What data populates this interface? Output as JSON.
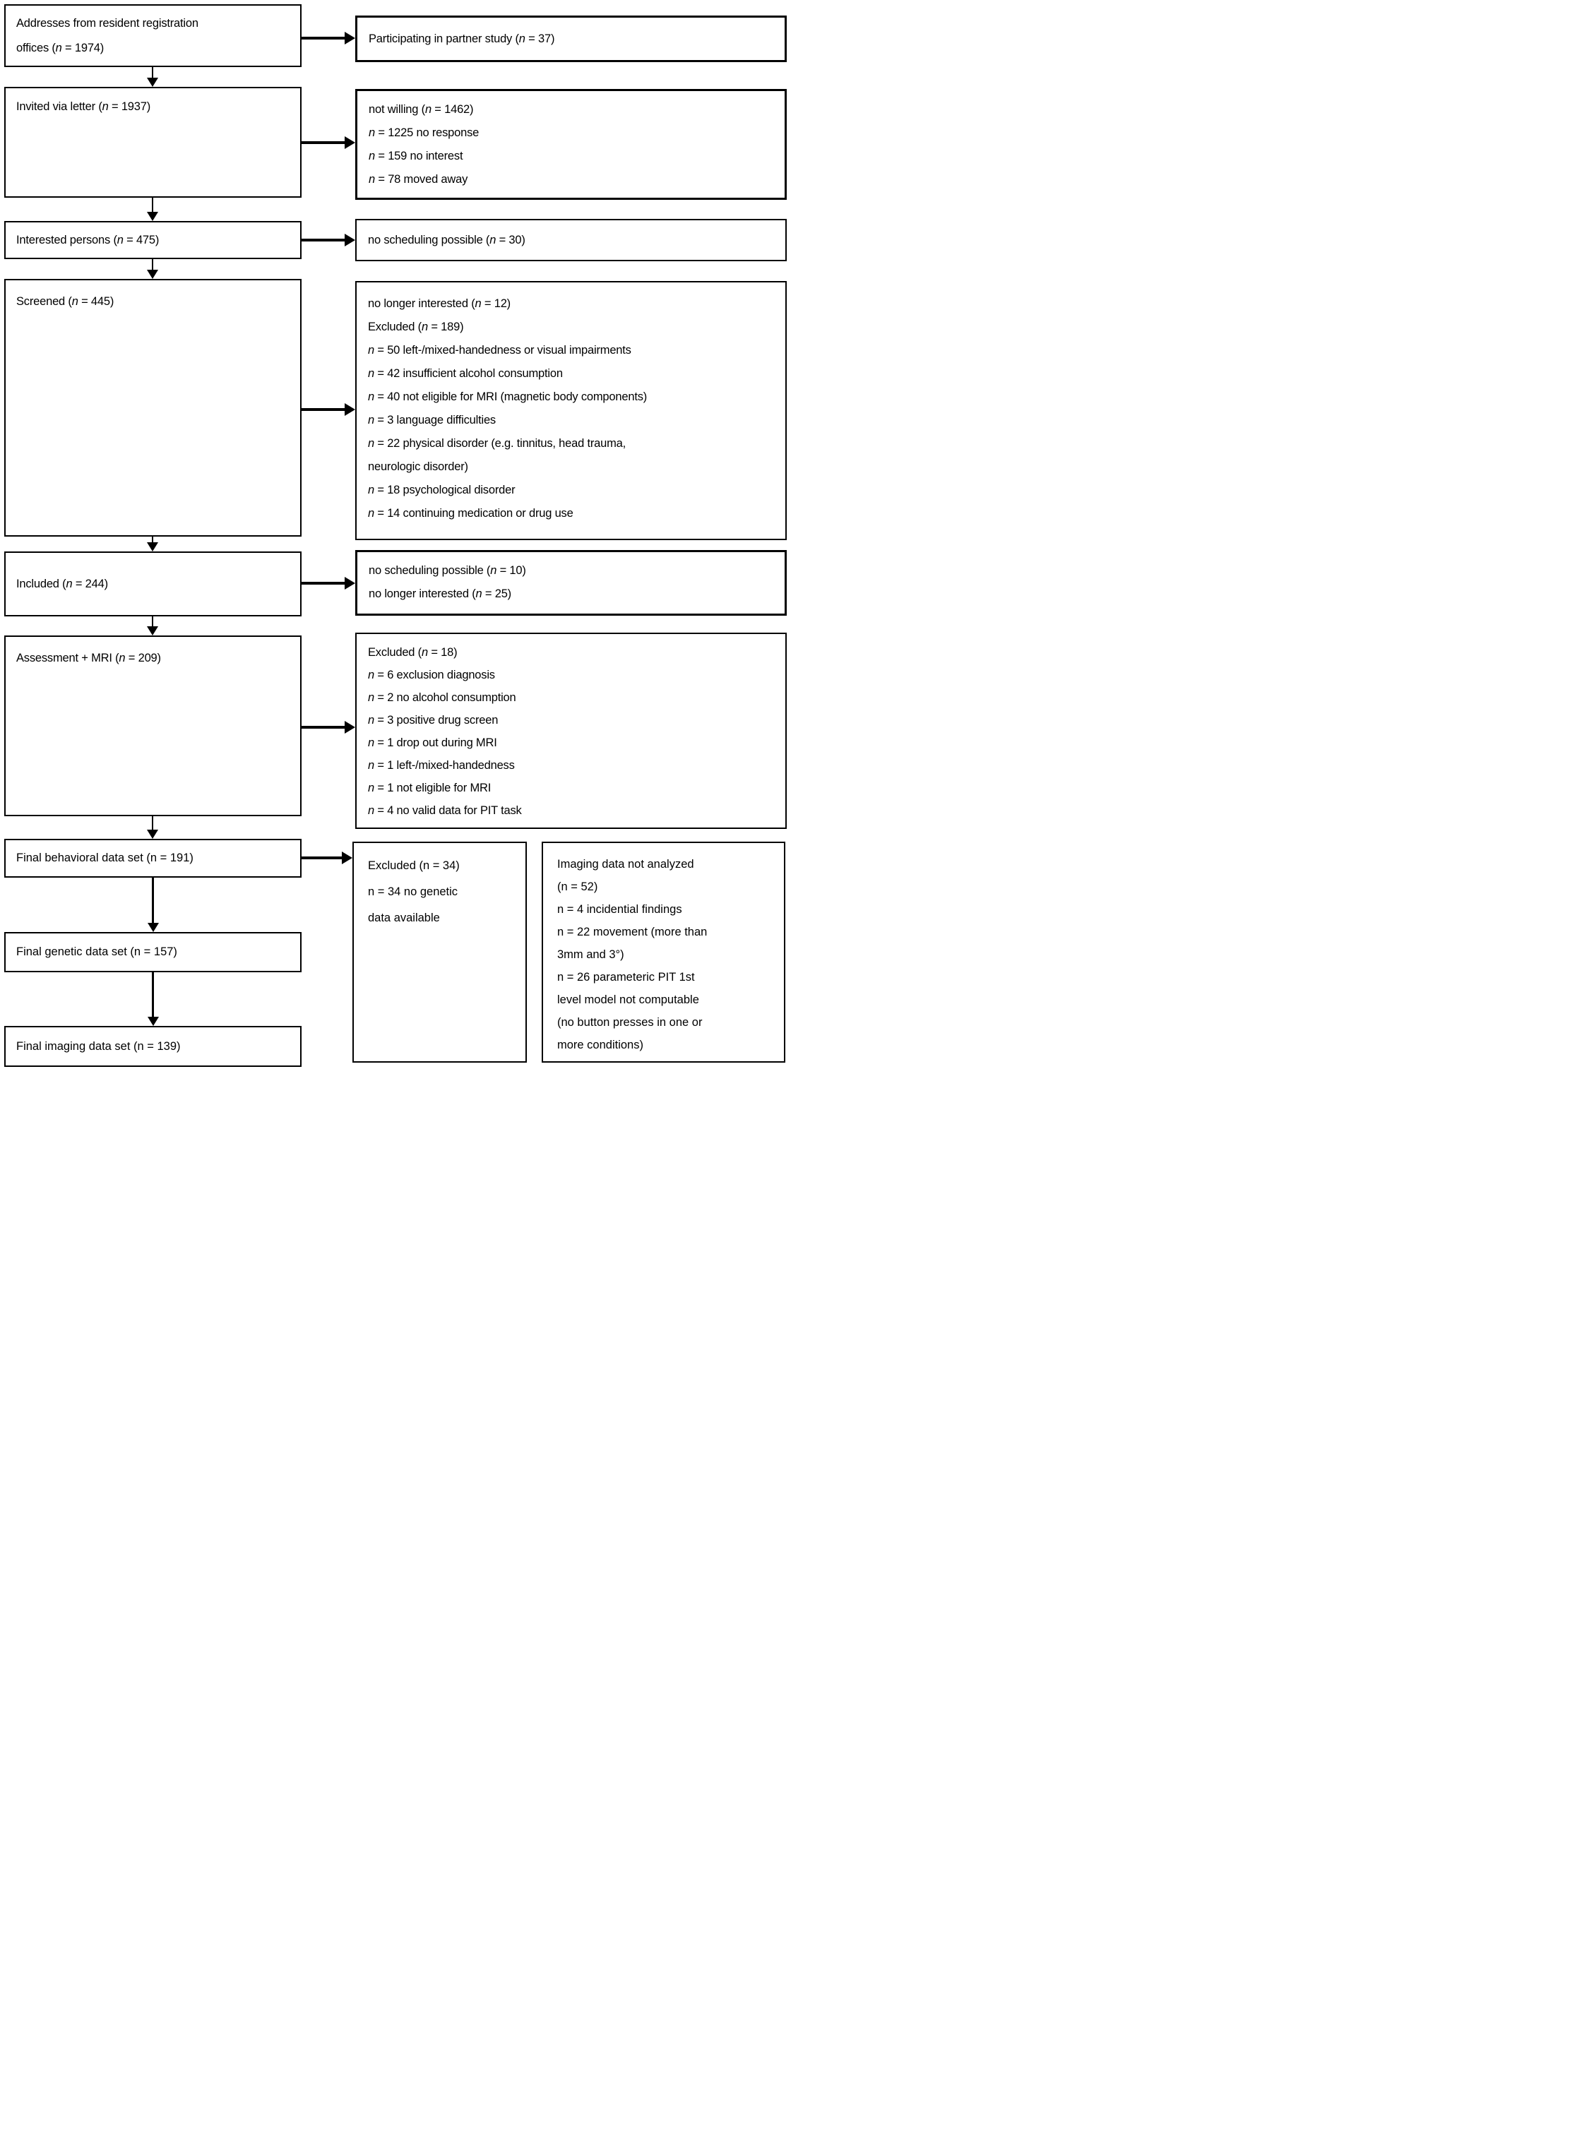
{
  "colors": {
    "border": "#000000",
    "background": "#ffffff",
    "text": "#000000"
  },
  "boxes": {
    "addresses": {
      "italic_n": true,
      "lines": [
        "Addresses from resident registration",
        "offices (n = 1974)"
      ]
    },
    "partner_study": {
      "italic_n": true,
      "lines": [
        "Participating in partner study (n = 37)"
      ]
    },
    "invited": {
      "italic_n": true,
      "lines": [
        "Invited via letter (n = 1937)"
      ]
    },
    "not_willing": {
      "italic_n": true,
      "lines": [
        "not willing (n = 1462)",
        "n = 1225 no response",
        "n = 159 no interest",
        "n = 78 moved away"
      ]
    },
    "interested": {
      "italic_n": true,
      "lines": [
        "Interested persons (n = 475)"
      ]
    },
    "no_scheduling_30": {
      "italic_n": true,
      "lines": [
        "no scheduling possible (n = 30)"
      ]
    },
    "screened": {
      "italic_n": true,
      "lines": [
        "Screened (n = 445)"
      ]
    },
    "screened_exclusions": {
      "italic_n": true,
      "lines": [
        "no longer interested (n = 12)",
        "Excluded (n = 189)",
        "n = 50 left-/mixed-handedness or visual impairments",
        "n = 42 insufficient alcohol consumption",
        "n = 40 not eligible for MRI (magnetic body components)",
        "n = 3 language difficulties",
        "n = 22 physical disorder (e.g. tinnitus, head trauma,",
        "neurologic disorder)",
        "n = 18 psychological disorder",
        "n = 14 continuing medication or drug use"
      ]
    },
    "included": {
      "italic_n": true,
      "lines": [
        "Included (n = 244)"
      ]
    },
    "included_exclusions": {
      "italic_n": true,
      "lines": [
        "no scheduling possible (n = 10)",
        "no longer interested (n = 25)"
      ]
    },
    "assessment_mri": {
      "italic_n": true,
      "lines": [
        "Assessment + MRI (n = 209)"
      ]
    },
    "assessment_exclusions": {
      "italic_n": true,
      "lines": [
        "Excluded (n = 18)",
        "n = 6 exclusion diagnosis",
        "n = 2 no alcohol consumption",
        "n = 3 positive drug screen",
        "n = 1 drop out during MRI",
        "n = 1 left-/mixed-handedness",
        "n = 1 not eligible for MRI",
        "n = 4 no valid data for PIT task"
      ]
    },
    "final_behavioral": {
      "italic_n": false,
      "lines": [
        "Final behavioral data set (n = 191)"
      ]
    },
    "genetic_excluded": {
      "italic_n": false,
      "lines": [
        "Excluded (n = 34)",
        "n = 34 no genetic",
        "data available"
      ]
    },
    "imaging_not_analyzed": {
      "italic_n": false,
      "lines": [
        "Imaging data not analyzed",
        "(n = 52)",
        "n = 4 incidential findings",
        "n = 22 movement (more than",
        "3mm and 3°)",
        "n = 26 parameteric PIT 1st",
        "level model not computable",
        "(no button presses in one or",
        "more conditions)"
      ]
    },
    "final_genetic": {
      "italic_n": false,
      "lines": [
        "Final genetic data set (n = 157)"
      ]
    },
    "final_imaging": {
      "italic_n": false,
      "lines": [
        "Final imaging data set (n = 139)"
      ]
    }
  }
}
